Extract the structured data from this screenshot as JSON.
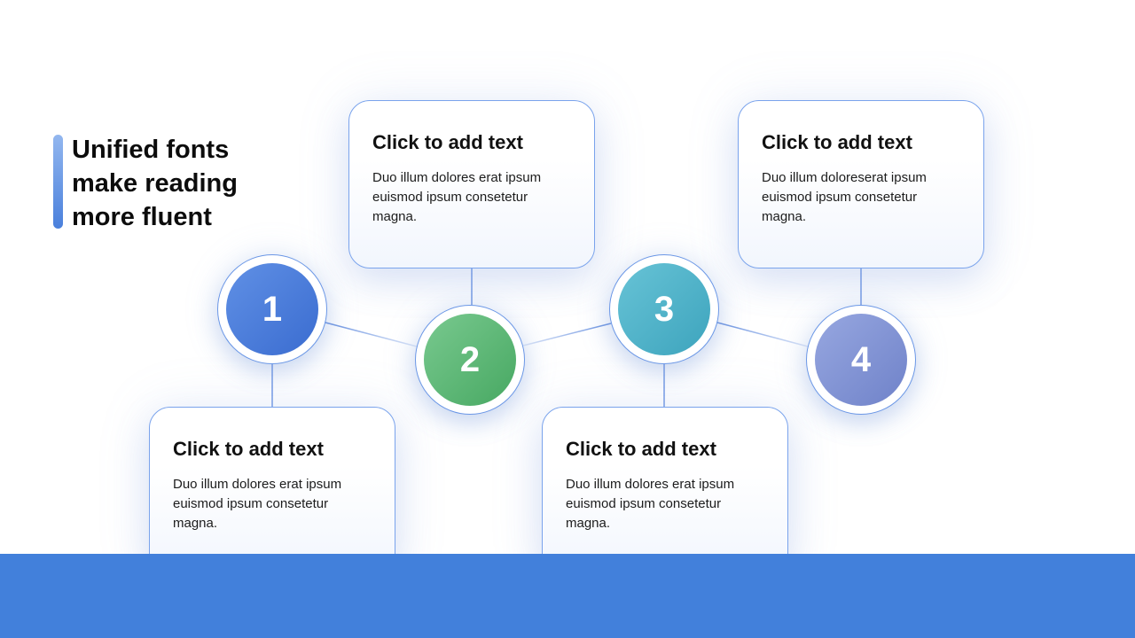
{
  "title_block": {
    "text": "Unified fonts\nmake reading\nmore fluent"
  },
  "steps": [
    {
      "number": "1",
      "color_top": "#6090e5",
      "color_bottom": "#3a6cd0"
    },
    {
      "number": "2",
      "color_top": "#79c98f",
      "color_bottom": "#47a862"
    },
    {
      "number": "3",
      "color_top": "#67c3d6",
      "color_bottom": "#3da4bd"
    },
    {
      "number": "4",
      "color_top": "#97a7e0",
      "color_bottom": "#6f82c9"
    }
  ],
  "cards": {
    "top_left": {
      "title": "Click to add text",
      "body": "Duo illum dolores erat ipsum euismod ipsum consetetur magna."
    },
    "top_right": {
      "title": "Click to add text",
      "body": "Duo illum doloreserat ipsum euismod ipsum consetetur magna."
    },
    "bottom_left": {
      "title": "Click to add text",
      "body": "Duo illum dolores erat ipsum euismod ipsum consetetur magna."
    },
    "bottom_middle": {
      "title": "Click to add text",
      "body": "Duo illum dolores erat ipsum euismod ipsum consetetur magna."
    }
  },
  "colors": {
    "accent_bar": "#4a80dc",
    "footer_bar": "#4280db",
    "connector": "#5b87dd",
    "card_border": "#7aa3ec",
    "title_text": "#0c0c0c"
  }
}
